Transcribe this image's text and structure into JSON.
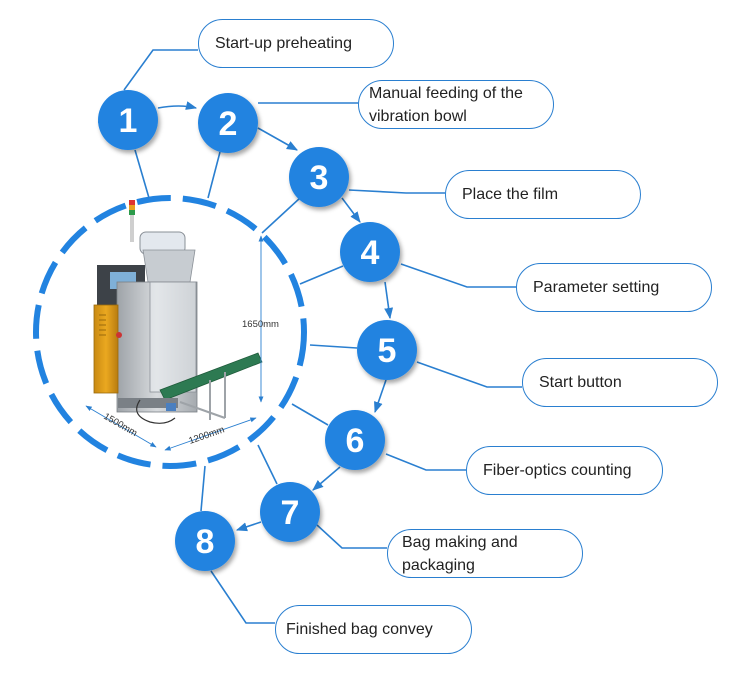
{
  "diagram": {
    "type": "process-flow",
    "accent_color": "#2283e0",
    "line_color": "#2a7fd0",
    "steps": [
      {
        "number": "1",
        "label": "Start-up preheating"
      },
      {
        "number": "2",
        "label_lines": [
          "Manual feeding of the",
          "vibration bowl"
        ]
      },
      {
        "number": "3",
        "label": "Place the film"
      },
      {
        "number": "4",
        "label": "Parameter setting"
      },
      {
        "number": "5",
        "label": "Start button"
      },
      {
        "number": "6",
        "label": "Fiber-optics counting"
      },
      {
        "number": "7",
        "label_lines": [
          "Bag making and",
          "packaging"
        ]
      },
      {
        "number": "8",
        "label": "Finished bag convey"
      }
    ],
    "machine": {
      "dimensions": {
        "height": "1650mm",
        "depth": "1500mm",
        "width": "1200mm"
      }
    }
  }
}
